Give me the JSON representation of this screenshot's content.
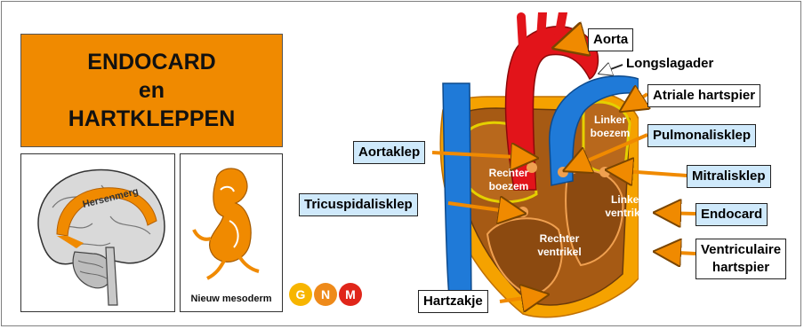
{
  "title": {
    "line1": "ENDOCARD",
    "line2": "en",
    "line3": "HARTKLEPPEN"
  },
  "brain_panel": {
    "label": "Hersenmerg"
  },
  "embryo_panel": {
    "label": "Nieuw mesoderm"
  },
  "logo": {
    "letters": [
      "G",
      "N",
      "M"
    ],
    "colors": [
      "#f7b500",
      "#ee8a1a",
      "#e0261a"
    ]
  },
  "heart_labels": {
    "aorta": "Aorta",
    "longslagader": "Longslagader",
    "atriale_hartspier": "Atriale hartspier",
    "aortaklep": "Aortaklep",
    "pulmonalisklep": "Pulmonalisklep",
    "mitralisklep": "Mitralisklep",
    "tricuspidalisklep": "Tricuspidalisklep",
    "endocard": "Endocard",
    "ventriculaire_hartspier_1": "Ventriculaire",
    "ventriculaire_hartspier_2": "hartspier",
    "hartzakje": "Hartzakje"
  },
  "inner_labels": {
    "rechter_boezem_1": "Rechter",
    "rechter_boezem_2": "boezem",
    "linker_boezem_1": "Linker",
    "linker_boezem_2": "boezem",
    "linker_ventrikel_1": "Linker",
    "linker_ventrikel_2": "ventrikel",
    "rechter_ventrikel_1": "Rechter",
    "rechter_ventrikel_2": "ventrikel"
  },
  "colors": {
    "orange": "#f08a00",
    "blue_label": "#cfe9fb",
    "aorta_red": "#e2141a",
    "vein_blue": "#1f7ad8",
    "heart_brown": "#a65a14",
    "pericardium": "#f5a200"
  }
}
